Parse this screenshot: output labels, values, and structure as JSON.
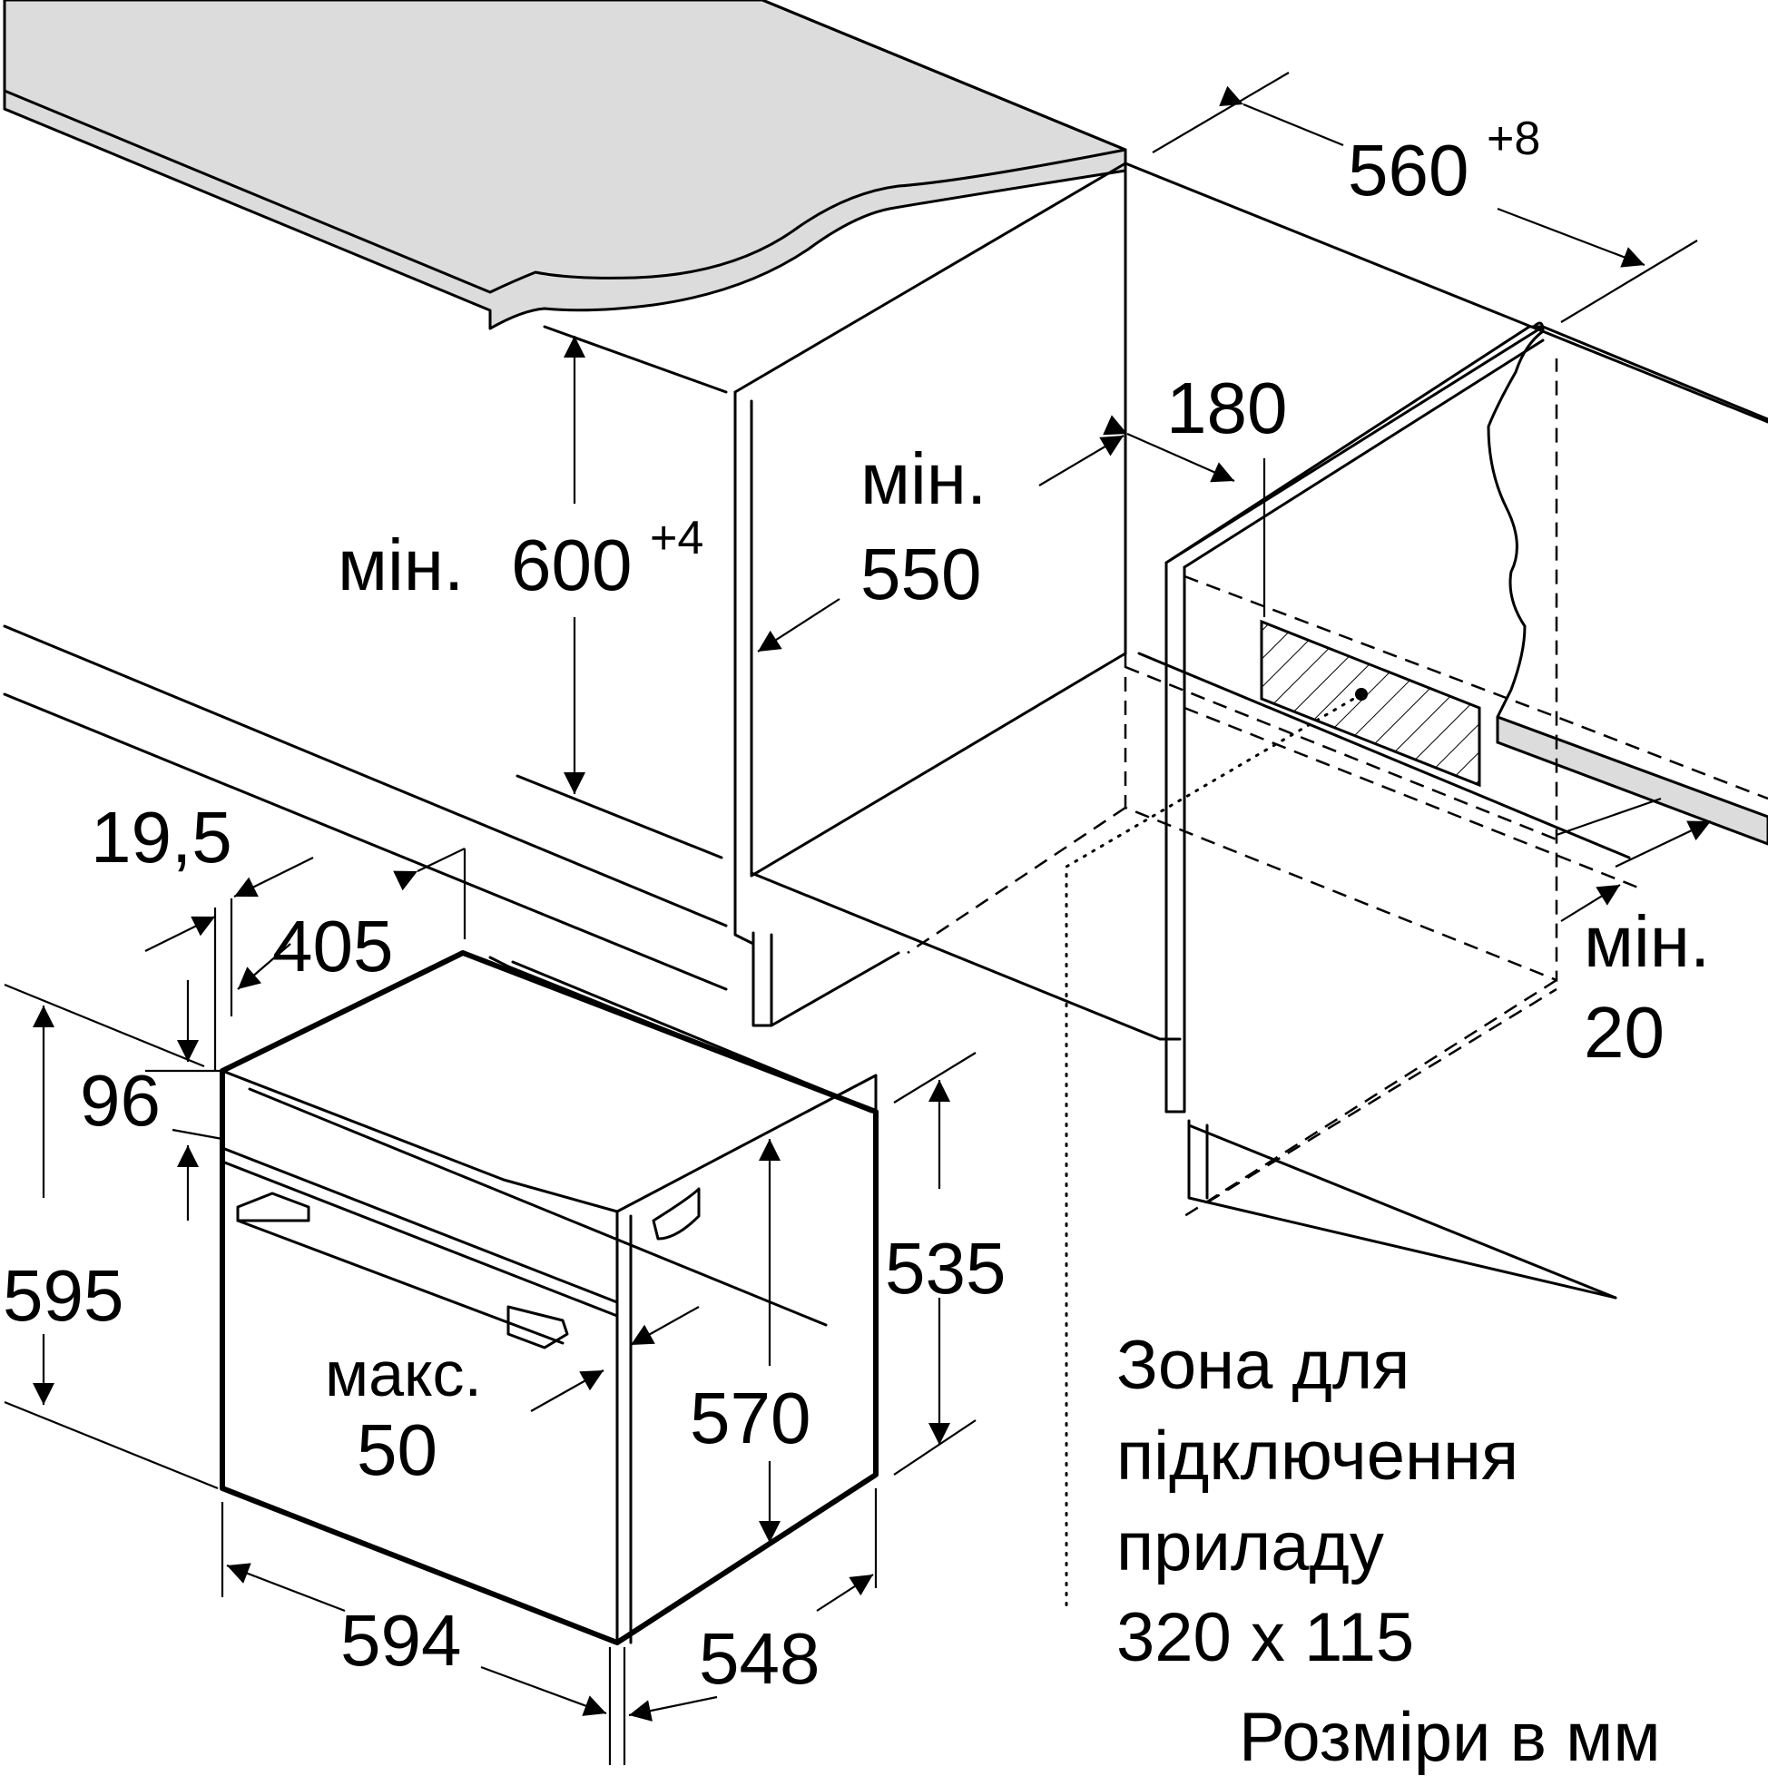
{
  "dimensions": {
    "w560": {
      "value": "560",
      "sup": "+8"
    },
    "d180": "180",
    "h600": {
      "prefix": "мін.",
      "value": "600",
      "sup": "+4"
    },
    "d550": {
      "prefix": "мін.",
      "value": "550"
    },
    "d19_5": "19,5",
    "d405": "405",
    "h96": "96",
    "h595": "595",
    "h535": "535",
    "h570": "570",
    "max50": {
      "prefix": "макс.",
      "value": "50"
    },
    "w594": "594",
    "d548": "548",
    "min20": {
      "prefix": "мін.",
      "value": "20"
    }
  },
  "connection_zone": {
    "line1": "Зона для",
    "line2": "підключення",
    "line3": "приладу",
    "line4": "320 x 115"
  },
  "units_note": "Розміри в мм",
  "colors": {
    "line": "#000000",
    "countertop": "#dcdcdc",
    "background": "#ffffff"
  }
}
